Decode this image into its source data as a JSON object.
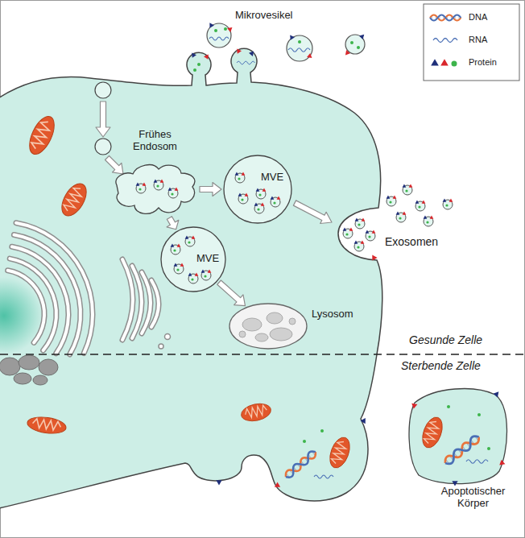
{
  "diagram": {
    "nodes": [
      {
        "text": [
          "Frühes Endosom"
        ]
      },
      {
        "text": [
          "MVE"
        ]
      },
      {
        "text": [
          "MVE"
        ]
      },
      {
        "text": [
          "Lysosom"
        ]
      },
      {
        "text": [
          "Apoptotischer Körper"
        ]
      }
    ],
    "edges": [
      {
        "from": 0,
        "to": 1,
        "arrow": "to"
      },
      {
        "from": 0,
        "to": 2,
        "arrow": "to"
      },
      {
        "from": 2,
        "to": 3,
        "arrow": "to"
      }
    ],
    "labels": [
      "Mikrovesikel",
      "Exosomen",
      "Gesunde Zelle",
      "Sterbende Zelle"
    ],
    "legend": [
      {
        "text": "DNA"
      },
      {
        "text": "RNA"
      },
      {
        "text": "Protein"
      }
    ]
  }
}
